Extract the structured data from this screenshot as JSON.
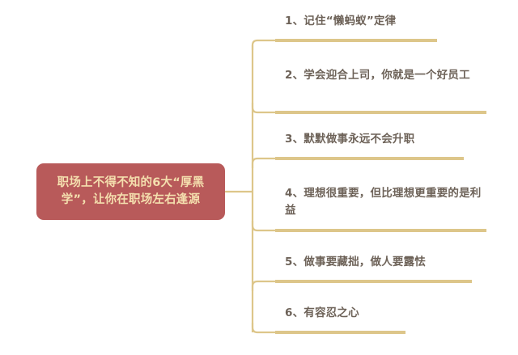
{
  "diagram": {
    "type": "mind-map",
    "orientation": "left-root-right-branches",
    "background_color": "#ffffff",
    "central_node": {
      "text": "职场上不得不知的6大“厚黑学”，让你在职场左右逢源",
      "line1": "职场上不得不知的6大“厚黑",
      "line2": "学”，让你在职场左右逢源",
      "background_color": "#b85a5a",
      "text_color": "#f4dfae"
    },
    "connector_color": "#ddc68a",
    "branch_text_color": "#6d6258",
    "branches": [
      {
        "index": "1",
        "seq_label": "1、",
        "text": "1、记住“懒蚂蚁”定律",
        "line1": "1、记住“懒蚂蚁”定律",
        "line2": "",
        "underline_width": 200
      },
      {
        "index": "2",
        "seq_label": "2、",
        "text": "2、学会迎合上司，你就是一个好员工",
        "line1": "2、学会迎合上司，你就是一个好",
        "line2": "员工",
        "underline_width": 261
      },
      {
        "index": "3",
        "seq_label": "3、",
        "text": "3、默默做事永远不会升职",
        "line1": "3、默默做事永远不会升职",
        "line2": "",
        "underline_width": 233
      },
      {
        "index": "4",
        "seq_label": "4、",
        "text": "4、理想很重要，但比理想更重要的是利益",
        "line1": "4、理想很重要，但比理想更重要",
        "line2": "的是利益",
        "underline_width": 261
      },
      {
        "index": "5",
        "seq_label": "5、",
        "text": "5、做事要藏拙，做人要露怯",
        "line1": "5、做事要藏拙，做人要露怯",
        "line2": "",
        "underline_width": 243
      },
      {
        "index": "6",
        "seq_label": "6、",
        "text": "6、有容忍之心",
        "line1": "6、有容忍之心",
        "line2": "",
        "underline_width": 161
      }
    ]
  }
}
